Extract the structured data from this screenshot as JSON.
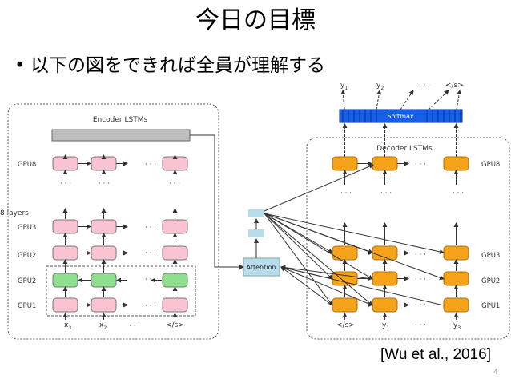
{
  "slide": {
    "title": "今日の目標",
    "bullet_marker": "•",
    "bullet_text": "以下の図をできれば全員が理解する",
    "citation": "[Wu et al., 2016]",
    "page_number": "4"
  },
  "diagram": {
    "encoder": {
      "title": "Encoder LSTMs",
      "layer_count_label": "8 layers",
      "row_labels": [
        "GPU8",
        "GPU3",
        "GPU2",
        "GPU2",
        "GPU1"
      ],
      "inputs": [
        "x",
        "x",
        "</s>"
      ],
      "input_subscripts": [
        "3",
        "2",
        ""
      ]
    },
    "attention_label": "Attention",
    "decoder": {
      "title": "Decoder LSTMs",
      "softmax_label": "Softmax",
      "row_labels": [
        "GPU8",
        "GPU3",
        "GPU2",
        "GPU1"
      ],
      "inputs": [
        "</s>",
        "y",
        "y"
      ],
      "input_subscripts": [
        "",
        "1",
        "3"
      ],
      "outputs": [
        "y",
        "y",
        "</s>"
      ],
      "output_subscripts": [
        "1",
        "2",
        ""
      ]
    },
    "ellipsis": "· · ·",
    "colors": {
      "pink": "#f9c3d1",
      "green": "#8ee08e",
      "orange": "#f5a31a",
      "light_blue": "#b9dcea",
      "softmax_blue": "#1560e8",
      "gray_bar": "#bdbdbd"
    }
  }
}
